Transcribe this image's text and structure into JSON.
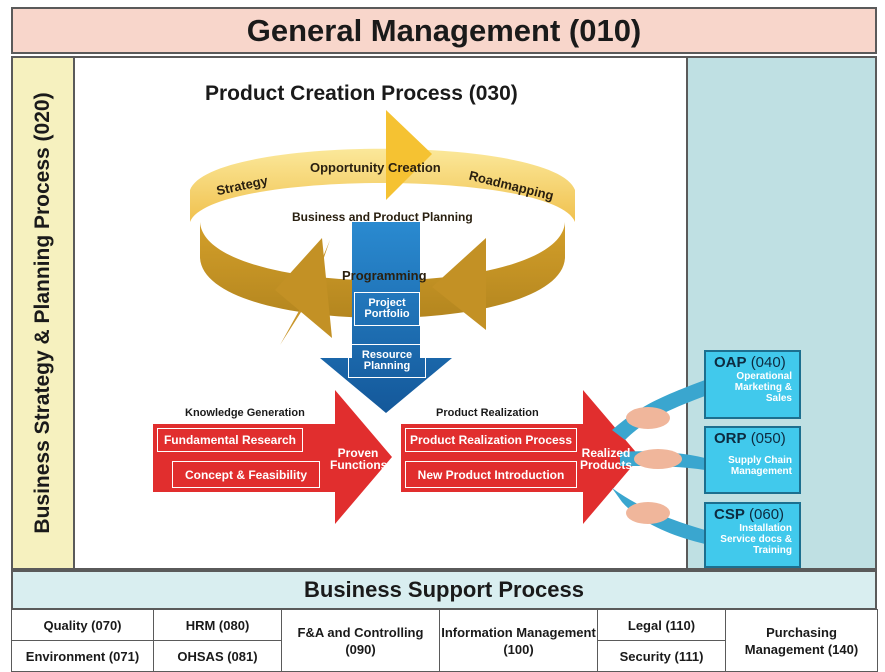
{
  "general_management": "General Management (010)",
  "business_strategy": "Business Strategy & Planning Process (020)",
  "product_creation": {
    "title": "Product Creation Process (030)",
    "strategy": "Strategy",
    "opportunity": "Opportunity Creation",
    "roadmapping": "Roadmapping",
    "bpp": "Business and Product Planning",
    "programming": "Programming",
    "project_portfolio": "Project Portfolio",
    "resource_planning": "Resource Planning"
  },
  "knowledge": {
    "title": "Knowledge Generation",
    "fundamental": "Fundamental Research",
    "concept": "Concept & Feasibility",
    "proven": "Proven Functions"
  },
  "realization": {
    "title": "Product Realization",
    "process": "Product Realization Process",
    "npi": "New Product Introduction",
    "realized": "Realized Products"
  },
  "oap": {
    "code": "OAP",
    "num": "(040)",
    "sub": "Operational Marketing & Sales"
  },
  "orp": {
    "code": "ORP",
    "num": "(050)",
    "sub": "Supply Chain Management"
  },
  "csp": {
    "code": "CSP",
    "num": "(060)",
    "sub": "Installation Service docs & Training"
  },
  "business_support": "Business Support Process",
  "support": {
    "quality": "Quality (070)",
    "environment": "Environment (071)",
    "hrm": "HRM (080)",
    "ohsas": "OHSAS (081)",
    "fa": "F&A and Controlling (090)",
    "info": "Information Management (100)",
    "legal": "Legal (110)",
    "security": "Security (111)",
    "purchasing": "Purchasing Management (140)"
  },
  "colors": {
    "gm_bg": "#f8d6cb",
    "strategy_bg": "#f6f1bf",
    "right_band": "#bfe0e3",
    "ring_gold": "#e7b53a",
    "arrow_blue": "#1e74b8",
    "arrow_red": "#e12e2e",
    "cyan_box": "#41c9ec"
  }
}
